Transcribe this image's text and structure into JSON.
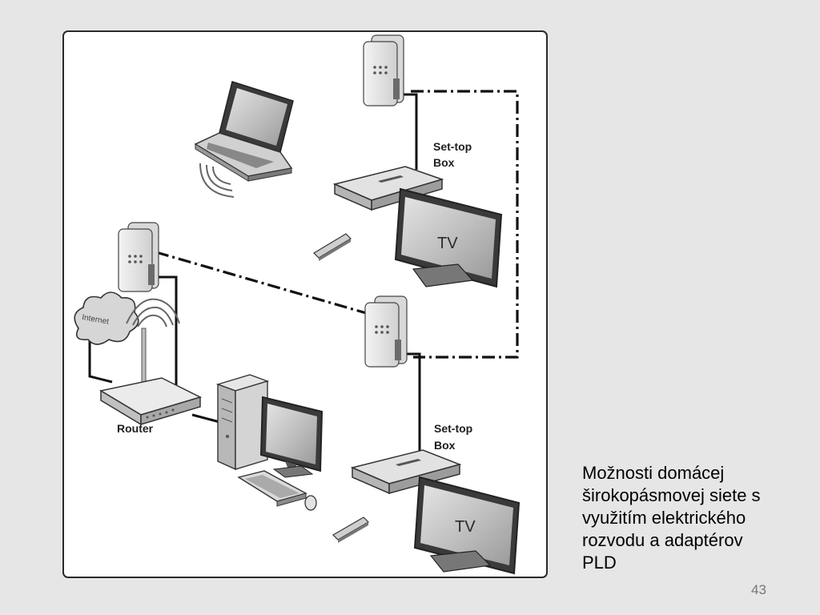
{
  "diagram": {
    "labels": {
      "router": "Router",
      "settop_top_line1": "Set-top",
      "settop_top_line2": "Box",
      "settop_bottom_line1": "Set-top",
      "settop_bottom_line2": "Box",
      "tv_top": "TV",
      "tv_bottom": "TV",
      "cloud": "Internet"
    }
  },
  "caption": {
    "lines": [
      "Možnosti domácej",
      "širokopásmovej siete s",
      "využitím elektrického",
      "rozvodu a adaptérov",
      "PLD"
    ]
  },
  "page_number": "43",
  "colors": {
    "background": "#e6e6e6",
    "figure_background": "#ffffff",
    "line": "#111111"
  }
}
